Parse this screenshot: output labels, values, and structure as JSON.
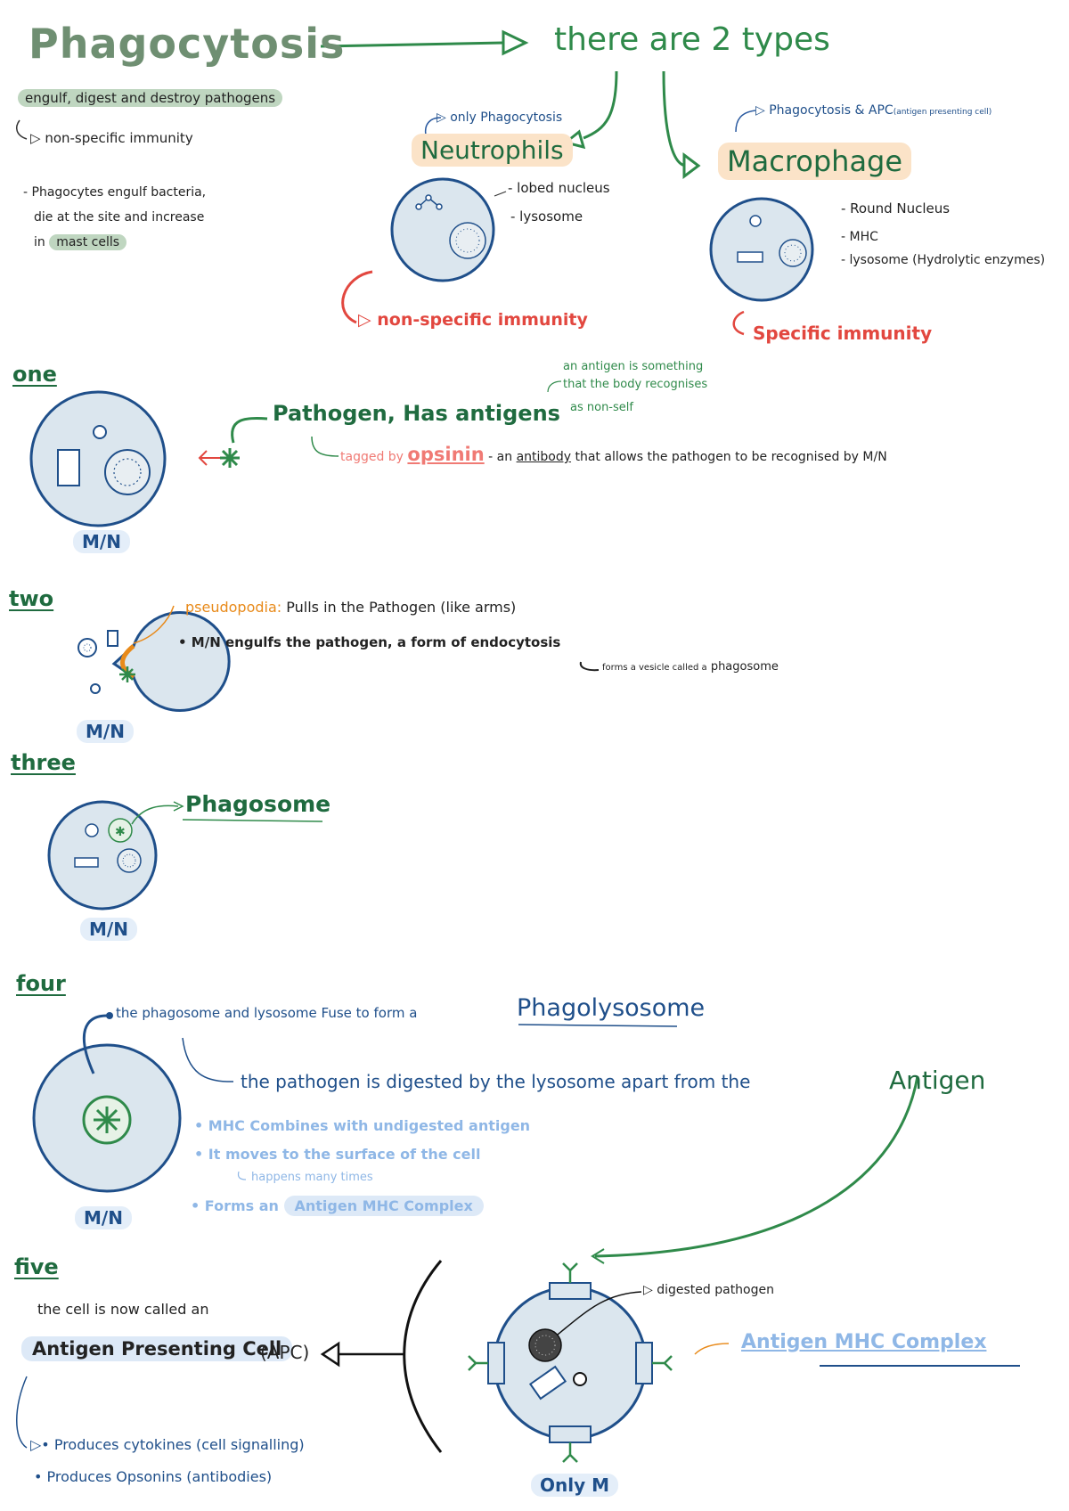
{
  "title": "Phagocytosis",
  "types_header": "there are 2 types",
  "intro": {
    "definition": "engulf, digest and destroy pathogens",
    "immunity": "non-specific immunity",
    "note_line1": "- Phagocytes engulf bacteria,",
    "note_line2": "die at the site and increase",
    "note_line3_prefix": "in",
    "note_highlight": "mast cells"
  },
  "neutrophils": {
    "note": "only Phagocytosis",
    "name": "Neutrophils",
    "labels": [
      "- lobed nucleus",
      "- lysosome"
    ],
    "immunity": "non-specific immunity"
  },
  "macrophage": {
    "note": "Phagocytosis & APC",
    "note_small": "(antigen presenting cell)",
    "name": "Macrophage",
    "labels": [
      "- Round Nucleus",
      "- MHC",
      "- lysosome (Hydrolytic enzymes)"
    ],
    "immunity": "Specific immunity"
  },
  "step_one": {
    "heading": "one",
    "cell_label": "M/N",
    "antigen_note_1": "an antigen is something",
    "antigen_note_2": "that the body recognises",
    "antigen_note_3": "as non-self",
    "pathogen": "Pathogen, Has antigens",
    "tagged": "tagged by",
    "opsinin": "opsinin",
    "opsinin_desc_1": "- an",
    "opsinin_desc_antibody": "antibody",
    "opsinin_desc_2": "that allows the pathogen to be recognised by M/N"
  },
  "step_two": {
    "heading": "two",
    "cell_label": "M/N",
    "pseudo": "pseudopodia:",
    "pseudo_desc": "Pulls in the Pathogen (like arms)",
    "engulf": "• M/N engulfs the pathogen, a form of endocytosis",
    "vesicle": "forms a vesicle called a",
    "vesicle_name": "phagosome"
  },
  "step_three": {
    "heading": "three",
    "cell_label": "M/N",
    "phagosome": "Phagosome"
  },
  "step_four": {
    "heading": "four",
    "cell_label": "M/N",
    "fuse": "the phagosome and lysosome Fuse to form a",
    "phagolysosome": "Phagolysosome",
    "digested": "the pathogen is digested by the lysosome apart from the",
    "antigen": "Antigen",
    "bullets": [
      "• MHC Combines with undigested antigen",
      "• It moves to the surface of the cell"
    ],
    "happens": "happens many times",
    "forms_prefix": "• Forms an",
    "forms_highlight": "Antigen MHC Complex"
  },
  "step_five": {
    "heading": "five",
    "now_called": "the cell is now called an",
    "apc": "Antigen Presenting Cell",
    "apc_abbr": "(APC)",
    "produces": [
      "▷• Produces cytokines (cell signalling)",
      "• Produces Opsonins (antibodies)"
    ],
    "digested_pathogen": "digested pathogen",
    "complex": "Antigen MHC Complex",
    "only_m": "Only M"
  }
}
